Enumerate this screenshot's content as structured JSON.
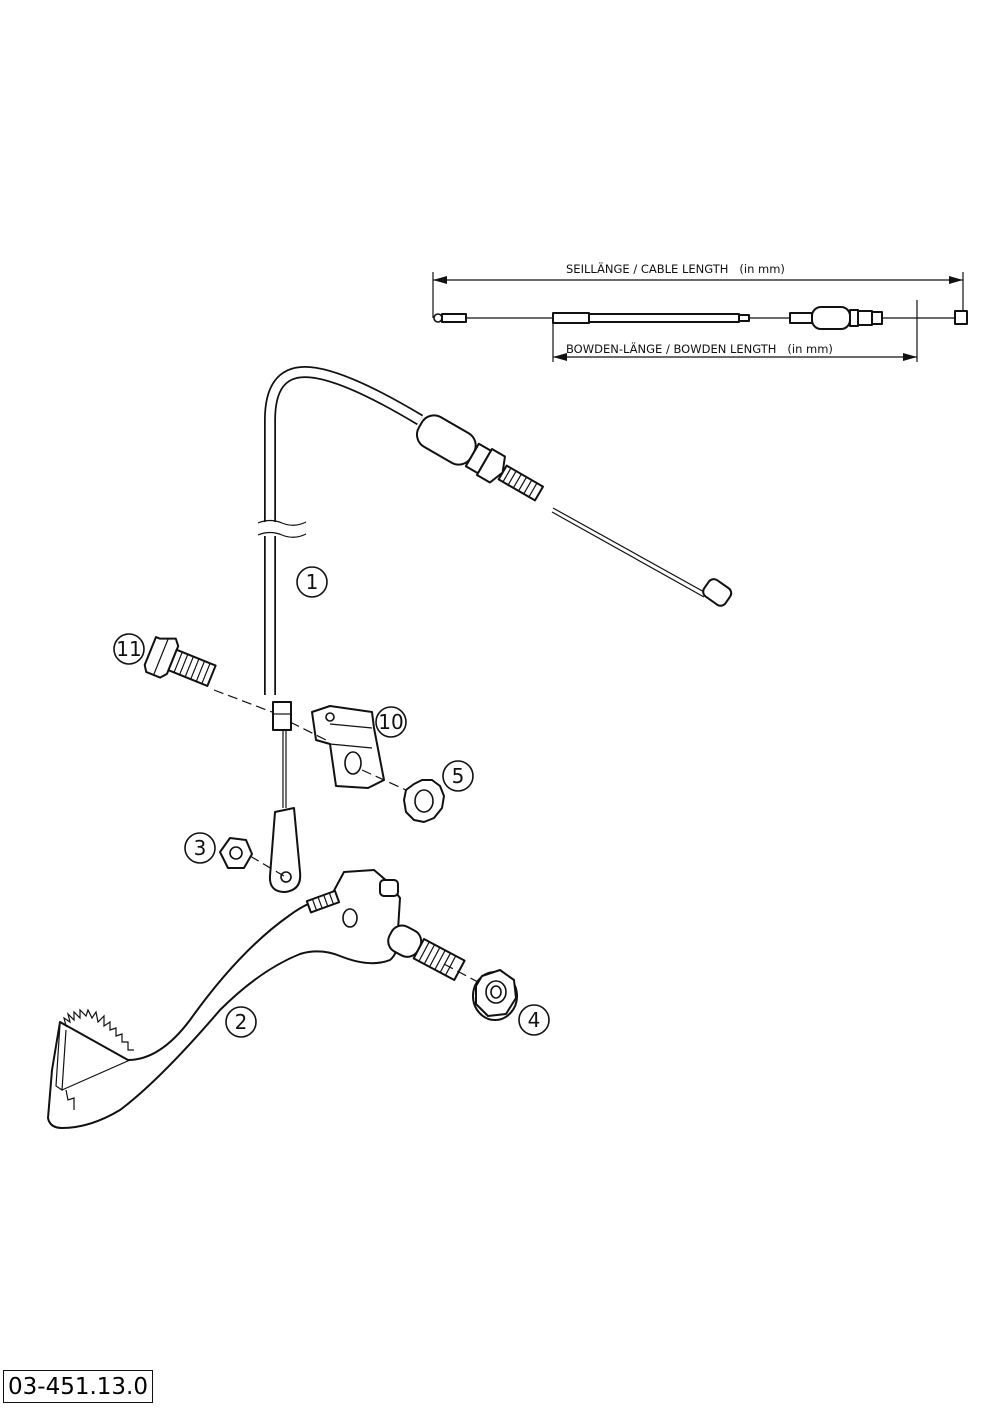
{
  "diagram": {
    "dimension_labels": {
      "cable_length": "SEILLÄNGE / CABLE LENGTH   (in mm)",
      "bowden_length": "BOWDEN-LÄNGE / BOWDEN LENGTH   (in mm)"
    },
    "callouts": {
      "c1": "1",
      "c2": "2",
      "c3": "3",
      "c4": "4",
      "c5": "5",
      "c10": "10",
      "c11": "11"
    }
  },
  "footer": {
    "document_number": "03-451.13.0"
  }
}
